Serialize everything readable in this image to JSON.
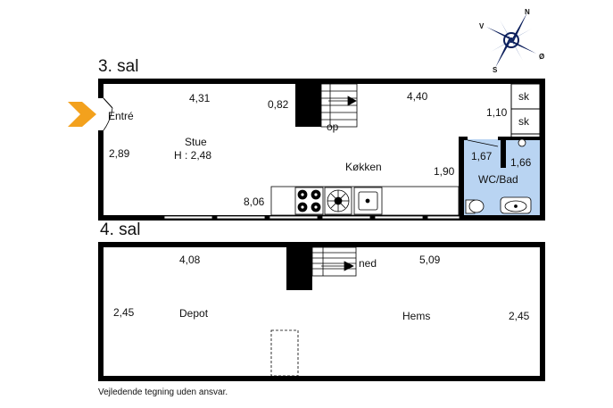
{
  "compass": {
    "n": "N",
    "v": "V",
    "s": "S",
    "o": "Ø"
  },
  "floors": {
    "upper": {
      "title": "3. sal",
      "entry": "Entré",
      "dims": {
        "top_left": "4,31",
        "stair_left": "0,82",
        "top_right": "4,40",
        "closet": "1,10",
        "left": "2,89",
        "kitchen_run": "8,06",
        "kitchen_side": "1,90",
        "bath_a": "1,67",
        "bath_b": "1,66"
      },
      "rooms": {
        "living": "Stue",
        "height": "H : 2,48",
        "kitchen": "Køkken",
        "bath": "WC/Bad"
      },
      "closets": [
        "sk",
        "sk"
      ],
      "stair_label": "op"
    },
    "lower": {
      "title": "4. sal",
      "dims": {
        "top_left": "4,08",
        "top_right": "5,09",
        "left": "2,45",
        "right": "2,45"
      },
      "rooms": {
        "depot": "Depot",
        "hems": "Hems"
      },
      "stair_label": "ned"
    }
  },
  "disclaimer": "Vejledende tegning uden ansvar.",
  "colors": {
    "wall": "#000000",
    "bath": "#b9d4f2",
    "arrow": "#f3a11d",
    "compass": "#0b1e5b"
  }
}
